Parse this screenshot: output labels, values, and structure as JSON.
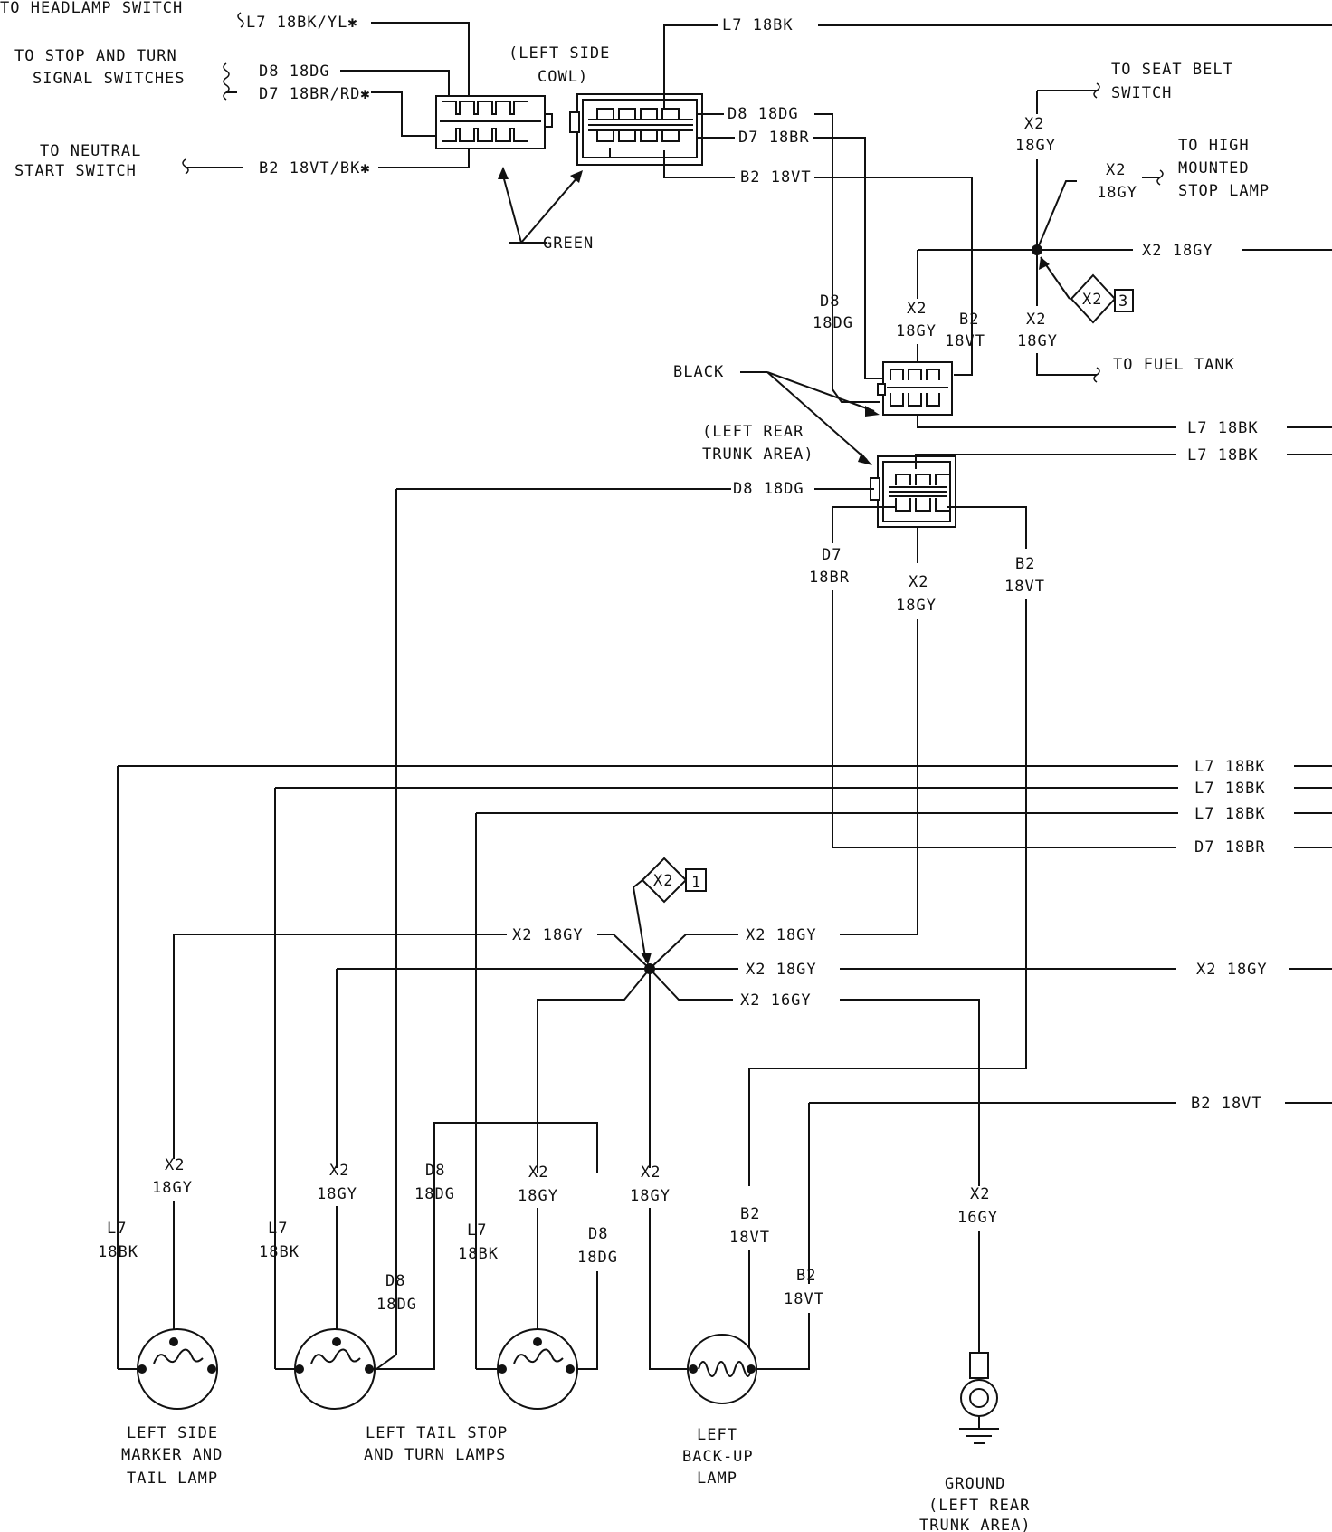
{
  "top": {
    "headlamp": "TO HEADLAMP SWITCH",
    "stop_turn_1": "TO STOP AND TURN",
    "stop_turn_2": "SIGNAL SWITCHES",
    "neutral_1": "TO NEUTRAL",
    "neutral_2": "START SWITCH",
    "l7_ykl": "L7 18BK/YL✱",
    "d8_dg": "D8 18DG",
    "d7_brrd": "D7 18BR/RD✱",
    "b2_vtbk": "B2 18VT/BK✱",
    "cowl_1": "(LEFT SIDE",
    "cowl_2": "COWL)",
    "green": "GREEN",
    "l7_bk_top": "L7 18BK",
    "d8_dg_r": "D8 18DG",
    "d7_br_r": "D7 18BR",
    "b2_vt_r": "B2 18VT"
  },
  "right_top": {
    "seat_1": "TO SEAT BELT",
    "seat_2": "SWITCH",
    "x2_a": "X2",
    "gy_a": "18GY",
    "x2_b": "X2",
    "gy_b": "18GY",
    "hmsl_1": "TO HIGH",
    "hmsl_2": "MOUNTED",
    "hmsl_3": "STOP LAMP",
    "x2_main": "X2 18GY",
    "splice3_label": "X2",
    "splice3_num": "3",
    "x2_c": "X2",
    "gy_c": "18GY",
    "fuel": "TO FUEL TANK"
  },
  "mid": {
    "d8": "D8",
    "dg": "18DG",
    "x2": "X2",
    "gy": "18GY",
    "b2": "B2",
    "vt": "18VT",
    "black": "BLACK",
    "l7_bk_1": "L7 18BK",
    "l7_bk_2": "L7 18BK",
    "trunk_1": "(LEFT REAR",
    "trunk_2": "TRUNK AREA)",
    "d8_dg": "D8 18DG",
    "d7": "D7",
    "br": "18BR",
    "x2b": "X2",
    "gyb": "18GY",
    "b2b": "B2",
    "vtb": "18VT"
  },
  "bus": {
    "l7_1": "L7 18BK",
    "l7_2": "L7 18BK",
    "l7_3": "L7 18BK",
    "d7": "D7 18BR",
    "x2_left": "X2 18GY",
    "x2_r1": "X2 18GY",
    "x2_r2": "X2 18GY",
    "x2_r3": "X2 16GY",
    "x2_far": "X2 18GY",
    "b2_far": "B2 18VT",
    "splice1_label": "X2",
    "splice1_num": "1"
  },
  "lamps": {
    "a_x2": "X2",
    "a_gy": "18GY",
    "a_l7": "L7",
    "a_bk": "18BK",
    "b_x2": "X2",
    "b_gy": "18GY",
    "b_l7": "L7",
    "b_bk": "18BK",
    "b_d8top": "D8",
    "b_dgtop": "18DG",
    "b_d8": "D8",
    "b_dg": "18DG",
    "c_l7": "L7",
    "c_bk": "18BK",
    "c_x2": "X2",
    "c_gy": "18GY",
    "c_d8": "D8",
    "c_dg": "18DG",
    "d_x2": "X2",
    "d_gy": "18GY",
    "d_b2": "B2",
    "d_vt": "18VT",
    "e_b2": "B2",
    "e_vt": "18VT",
    "g_x2": "X2",
    "g_gy": "16GY",
    "side_1": "LEFT SIDE",
    "side_2": "MARKER AND",
    "side_3": "TAIL LAMP",
    "tail_1": "LEFT TAIL STOP",
    "tail_2": "AND TURN LAMPS",
    "back_1": "LEFT",
    "back_2": "BACK-UP",
    "back_3": "LAMP",
    "gnd_1": "GROUND",
    "gnd_2": "(LEFT REAR",
    "gnd_3": "TRUNK AREA)"
  }
}
